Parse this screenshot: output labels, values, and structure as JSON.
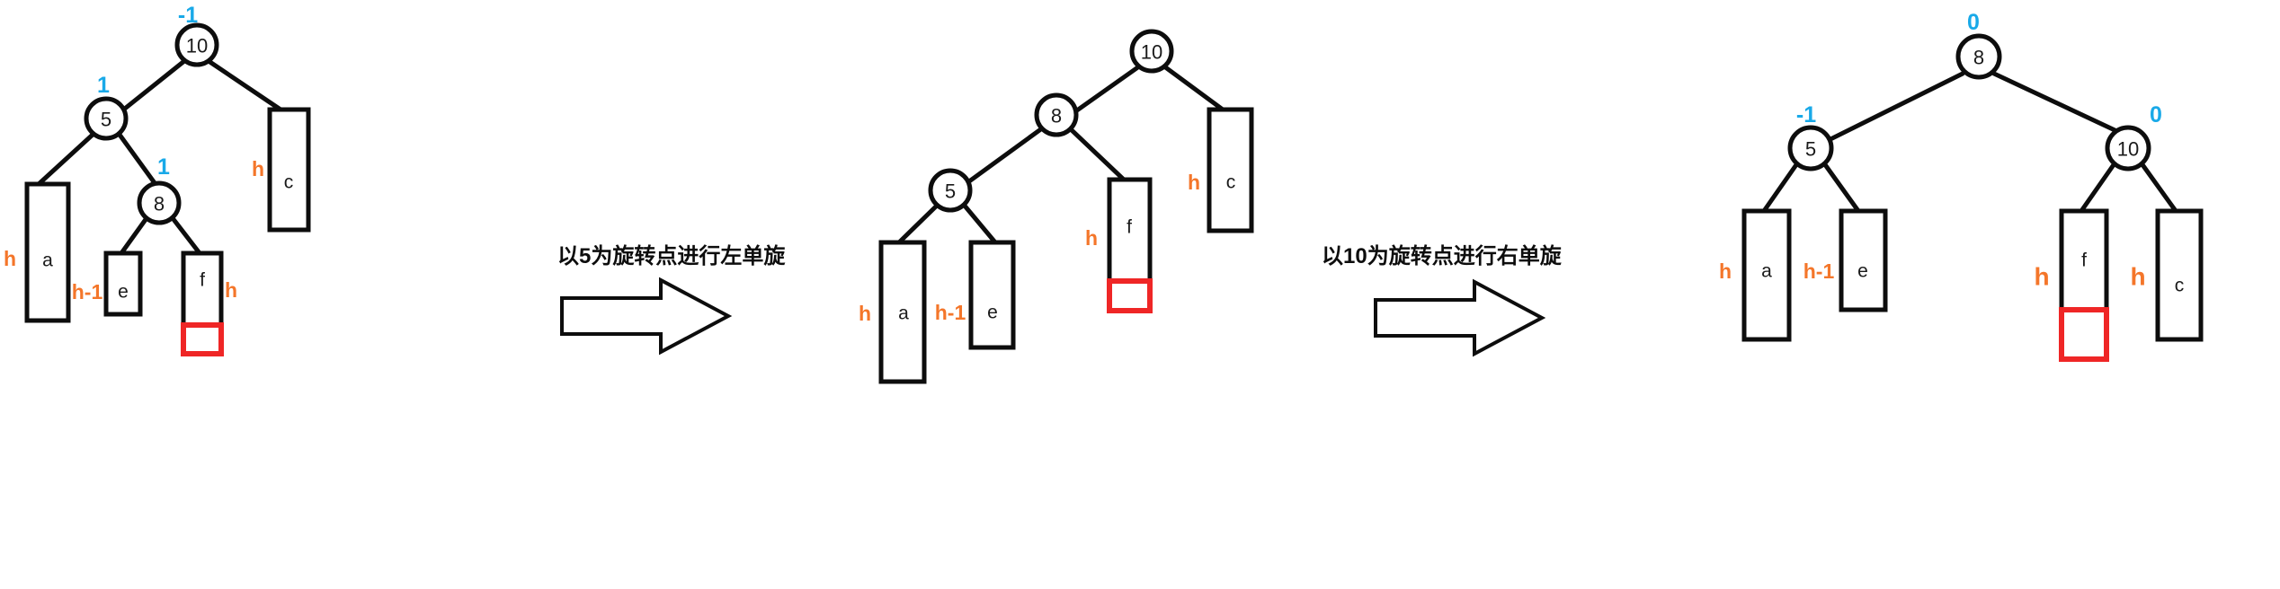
{
  "diagram": {
    "title": "AVL tree double rotation (left-right) illustration",
    "colors": {
      "stroke": "#0d0d0d",
      "balance_factor": "#19a9e8",
      "height_label": "#f4762a",
      "highlight": "#ef2626",
      "background": "#ffffff"
    }
  },
  "panels": [
    {
      "id": "before",
      "nodes": [
        {
          "name": "root",
          "value": "10",
          "bf": "-1"
        },
        {
          "name": "left-child",
          "value": "5",
          "bf": "1"
        },
        {
          "name": "left-right-child",
          "value": "8",
          "bf": "1"
        }
      ],
      "subtrees": [
        {
          "name": "a",
          "label": "a",
          "height": "h"
        },
        {
          "name": "e",
          "label": "e",
          "height": "h-1"
        },
        {
          "name": "f",
          "label": "f",
          "height": "h",
          "highlighted": true
        },
        {
          "name": "c",
          "label": "c",
          "height": "h"
        }
      ]
    },
    {
      "id": "after-left-rotation",
      "nodes": [
        {
          "name": "root",
          "value": "10",
          "bf": ""
        },
        {
          "name": "left-child",
          "value": "8",
          "bf": ""
        },
        {
          "name": "left-left-child",
          "value": "5",
          "bf": ""
        }
      ],
      "subtrees": [
        {
          "name": "a",
          "label": "a",
          "height": "h"
        },
        {
          "name": "e",
          "label": "e",
          "height": "h-1"
        },
        {
          "name": "f",
          "label": "f",
          "height": "h",
          "highlighted": true
        },
        {
          "name": "c",
          "label": "c",
          "height": "h"
        }
      ]
    },
    {
      "id": "after-right-rotation",
      "nodes": [
        {
          "name": "root",
          "value": "8",
          "bf": "0"
        },
        {
          "name": "left-child",
          "value": "5",
          "bf": "-1"
        },
        {
          "name": "right-child",
          "value": "10",
          "bf": "0"
        }
      ],
      "subtrees": [
        {
          "name": "a",
          "label": "a",
          "height": "h"
        },
        {
          "name": "e",
          "label": "e",
          "height": "h-1"
        },
        {
          "name": "f",
          "label": "f",
          "height": "h",
          "highlighted": true
        },
        {
          "name": "c",
          "label": "c",
          "height": "h"
        }
      ]
    }
  ],
  "arrows": [
    {
      "id": "arrow-1",
      "caption": "以5为旋转点进行左单旋"
    },
    {
      "id": "arrow-2",
      "caption": "以10为旋转点进行右单旋"
    }
  ]
}
